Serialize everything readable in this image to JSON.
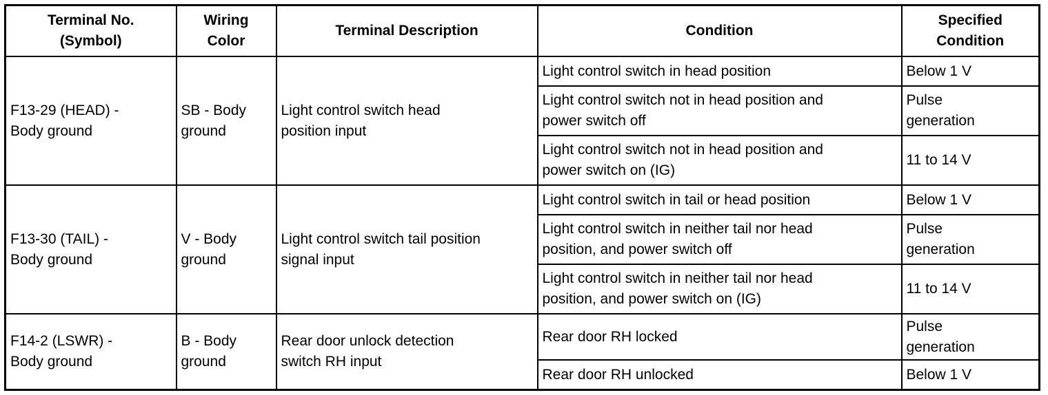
{
  "headers": {
    "terminal": "Terminal No.\n(Symbol)",
    "wiring": "Wiring\nColor",
    "description": "Terminal Description",
    "condition": "Condition",
    "specified": "Specified\nCondition"
  },
  "groups": [
    {
      "terminal": "F13-29 (HEAD) -\nBody ground",
      "wiring": "SB - Body\nground",
      "description": "Light control switch head\nposition input",
      "rows": [
        {
          "condition": "Light control switch in head position",
          "specified": "Below 1 V"
        },
        {
          "condition": "Light control switch not in head position and\npower switch off",
          "specified": "Pulse\ngeneration"
        },
        {
          "condition": "Light control switch not in head position and\npower switch on (IG)",
          "specified": "11 to 14 V"
        }
      ]
    },
    {
      "terminal": "F13-30 (TAIL) -\nBody ground",
      "wiring": "V - Body\nground",
      "description": "Light control switch tail position\nsignal input",
      "rows": [
        {
          "condition": "Light control switch in tail or head position",
          "specified": "Below 1 V"
        },
        {
          "condition": "Light control switch in neither tail nor head\nposition, and power switch off",
          "specified": "Pulse\ngeneration"
        },
        {
          "condition": "Light control switch in neither tail nor head\nposition, and power switch on (IG)",
          "specified": "11 to 14 V"
        }
      ]
    },
    {
      "terminal": "F14-2 (LSWR) -\nBody ground",
      "wiring": "B - Body\nground",
      "description": "Rear door unlock detection\nswitch RH input",
      "rows": [
        {
          "condition": "Rear door RH locked",
          "specified": "Pulse\ngeneration"
        },
        {
          "condition": "Rear door RH unlocked",
          "specified": "Below 1 V"
        }
      ]
    }
  ]
}
